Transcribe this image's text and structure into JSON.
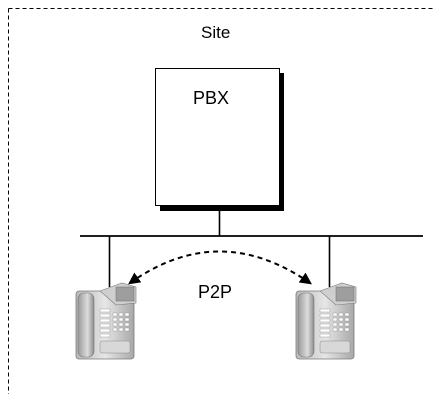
{
  "diagram": {
    "site_label": "Site",
    "pbx_label": "PBX",
    "connection_label": "P2P",
    "phones": [
      {
        "name": "ip-phone-left"
      },
      {
        "name": "ip-phone-right"
      }
    ]
  }
}
